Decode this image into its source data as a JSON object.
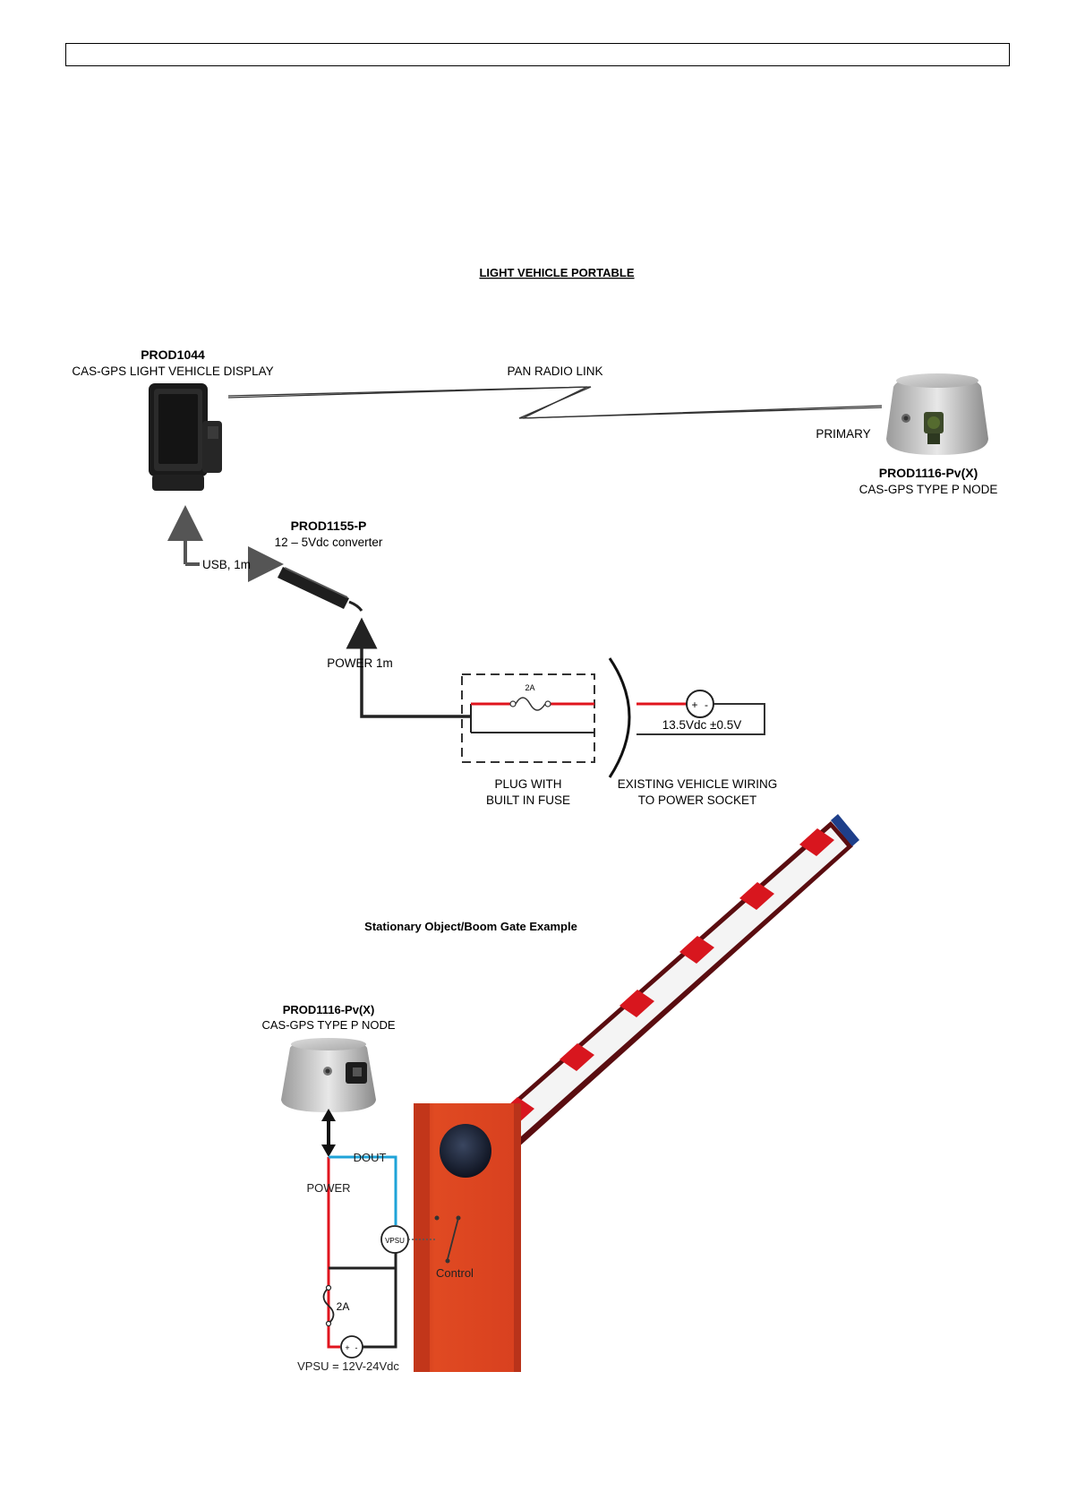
{
  "section1": {
    "title": "LIGHT VEHICLE PORTABLE",
    "display": {
      "code": "PROD1044",
      "name": "CAS-GPS LIGHT VEHICLE DISPLAY"
    },
    "radio_link_label": "PAN RADIO LINK",
    "primary_label": "PRIMARY",
    "node": {
      "code": "PROD1116-Pv(X)",
      "name": "CAS-GPS TYPE P NODE"
    },
    "converter": {
      "code": "PROD1155-P",
      "desc": "12 – 5Vdc converter"
    },
    "usb_label": "USB, 1m",
    "power_label": "POWER 1m",
    "fuse_rating": "2A",
    "plug_label_line1": "PLUG WITH",
    "plug_label_line2": "BUILT IN FUSE",
    "supply_label": "13.5Vdc ±0.5V",
    "vehicle_wiring_line1": "EXISTING VEHICLE WIRING",
    "vehicle_wiring_line2": "TO POWER SOCKET"
  },
  "section2": {
    "title": "Stationary Object/Boom Gate Example",
    "node": {
      "code": "PROD1116-Pv(X)",
      "name": "CAS-GPS TYPE P NODE"
    },
    "dout_label": "DOUT",
    "power_label": "POWER",
    "vpsu_badge": "VPSU",
    "fuse_rating": "2A",
    "control_label": "Control",
    "vpsu_range": "VPSU = 12V-24Vdc"
  },
  "colors": {
    "power_wire": "#e0141e",
    "signal_wire": "#1fa3d8",
    "ground_wire": "#222222",
    "gate_housing": "#d8401f",
    "boom_stripe": "#d8161e"
  }
}
